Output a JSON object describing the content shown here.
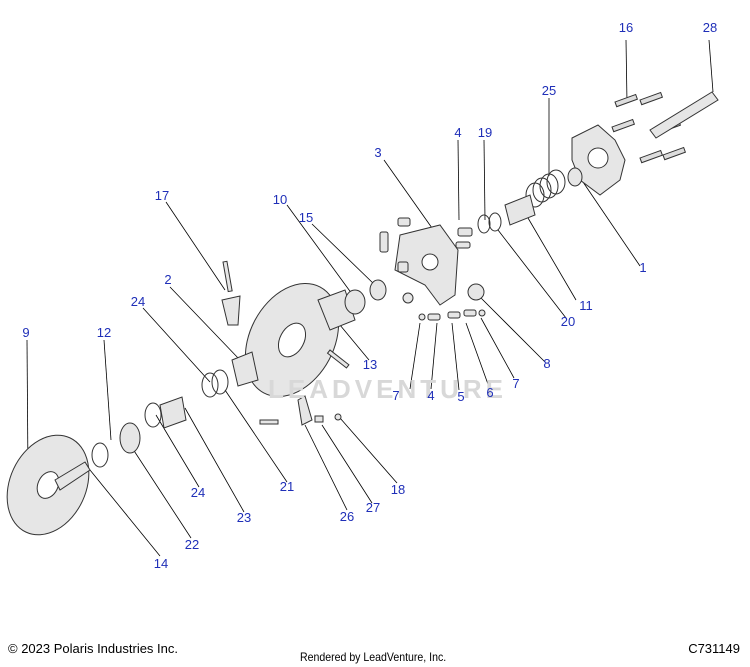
{
  "diagram": {
    "callouts": [
      {
        "id": "c1",
        "label": "1"
      },
      {
        "id": "c2",
        "label": "2"
      },
      {
        "id": "c3",
        "label": "3"
      },
      {
        "id": "c4a",
        "label": "4"
      },
      {
        "id": "c4b",
        "label": "4"
      },
      {
        "id": "c5",
        "label": "5"
      },
      {
        "id": "c6",
        "label": "6"
      },
      {
        "id": "c7a",
        "label": "7"
      },
      {
        "id": "c7b",
        "label": "7"
      },
      {
        "id": "c8",
        "label": "8"
      },
      {
        "id": "c9",
        "label": "9"
      },
      {
        "id": "c10",
        "label": "10"
      },
      {
        "id": "c11",
        "label": "11"
      },
      {
        "id": "c12",
        "label": "12"
      },
      {
        "id": "c13",
        "label": "13"
      },
      {
        "id": "c14",
        "label": "14"
      },
      {
        "id": "c15",
        "label": "15"
      },
      {
        "id": "c16",
        "label": "16"
      },
      {
        "id": "c17",
        "label": "17"
      },
      {
        "id": "c18",
        "label": "18"
      },
      {
        "id": "c19",
        "label": "19"
      },
      {
        "id": "c20",
        "label": "20"
      },
      {
        "id": "c21",
        "label": "21"
      },
      {
        "id": "c22",
        "label": "22"
      },
      {
        "id": "c23",
        "label": "23"
      },
      {
        "id": "c24a",
        "label": "24"
      },
      {
        "id": "c24b",
        "label": "24"
      },
      {
        "id": "c25",
        "label": "25"
      },
      {
        "id": "c26",
        "label": "26"
      },
      {
        "id": "c27",
        "label": "27"
      },
      {
        "id": "c28",
        "label": "28"
      }
    ],
    "watermark": "LEADVENTURE",
    "colors": {
      "callout": "#1f2fb8",
      "line": "#000000",
      "part": "#e6e6e6"
    }
  },
  "footer": {
    "copyright": "© 2023 Polaris Industries Inc.",
    "rendered_by": "Rendered by LeadVenture, Inc.",
    "code": "C731149"
  }
}
